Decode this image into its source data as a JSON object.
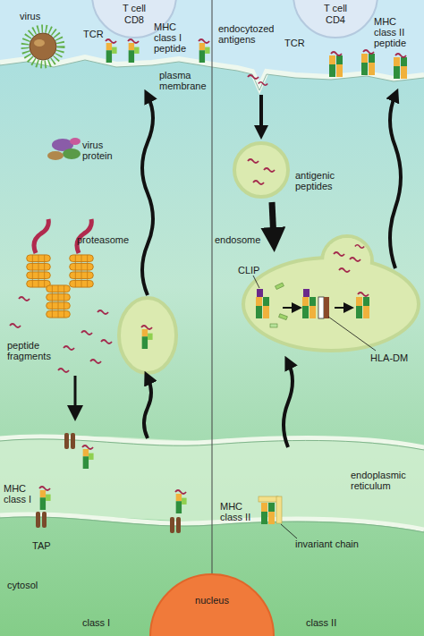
{
  "diagram": {
    "nodes": [
      {
        "text": [
          "T cell CD8"
        ]
      },
      {
        "text": [
          "T cell CD4"
        ]
      },
      {
        "text": [
          "nucleus"
        ]
      }
    ],
    "labels": [
      "virus",
      "TCR",
      "MHC class I peptide",
      "plasma membrane",
      "virus protein",
      "proteasome",
      "peptide fragments",
      "MHC class I",
      "TAP",
      "cytosol",
      "class I",
      "TCR",
      "endocytozed antigens",
      "MHC class II peptide",
      "antigenic peptides",
      "endosome",
      "CLIP",
      "HLA-DM",
      "endoplasmic reticulum",
      "MHC class II",
      "invariant chain",
      "class II"
    ]
  }
}
